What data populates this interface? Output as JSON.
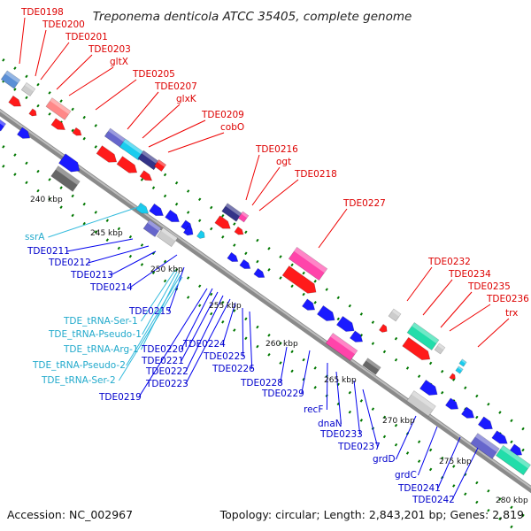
{
  "title": "Treponema denticola ATCC 35405, complete genome",
  "footer": {
    "accession": "Accession: NC_002967",
    "topology": "Topology: circular; Length: 2,843,201 bp; Genes: 2,819"
  },
  "colors": {
    "red": "#ff0000",
    "blue": "#0000ff",
    "cyan": "#00aadd",
    "backbone": "#8a8a8a",
    "tick": "#007700"
  },
  "scale_labels": [
    "240 kbp",
    "245 kbp",
    "250 kbp",
    "255 kbp",
    "260 kbp",
    "265 kbp",
    "270 kbp",
    "275 kbp",
    "280 kbp"
  ],
  "top_labels": [
    "TDE0198",
    "TDE0200",
    "TDE0201",
    "TDE0203",
    "gltX",
    "TDE0205",
    "TDE0207",
    "glxK",
    "TDE0209",
    "cobO",
    "TDE0216",
    "ogt",
    "TDE0218",
    "TDE0227",
    "TDE0232",
    "TDE0234",
    "TDE0235",
    "TDE0236",
    "trx"
  ],
  "bottom_labels": [
    "ssrA",
    "TDE0211",
    "TDE0212",
    "TDE0213",
    "TDE0214",
    "TDE0215",
    "TDE_tRNA-Ser-1",
    "TDE_tRNA-Pseudo-1",
    "TDE_tRNA-Arg-1",
    "TDE_tRNA-Pseudo-2",
    "TDE_tRNA-Ser-2",
    "TDE0219",
    "TDE0220",
    "TDE0221",
    "TDE0222",
    "TDE0223",
    "TDE0224",
    "TDE0225",
    "TDE0226",
    "TDE0228",
    "TDE0229",
    "recF",
    "dnaN",
    "TDE0233",
    "TDE0237",
    "grdD",
    "grdC",
    "TDE0241",
    "TDE0242"
  ]
}
